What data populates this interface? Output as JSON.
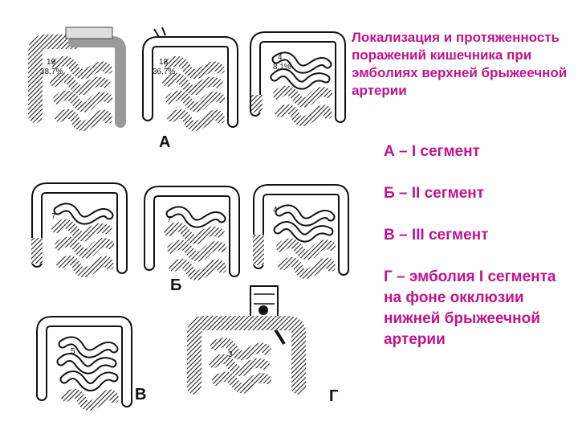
{
  "heading": "Локализация и протяженность поражений кишечника при эмболиях верхней брыжеечной артерии",
  "legend": [
    "А – I сегмент",
    "Б – II сегмент",
    "В – III сегмент",
    "Г – эмболия I сегмента на фоне окклюзии нижней брыжеечной артерии"
  ],
  "groups": {
    "a": "А",
    "b": "Б",
    "v": "В",
    "g": "Г"
  },
  "panels": {
    "a1": {
      "count": "19",
      "percent": "38,7%"
    },
    "a2": {
      "count": "18",
      "percent": "36,7%"
    },
    "a3": {
      "count": "4",
      "percent": "8,1%"
    },
    "b1": {
      "count": "7"
    },
    "b2": {
      "count": "7"
    },
    "b3": {
      "count": "4"
    },
    "v1": {
      "count": "5"
    },
    "g1": {
      "count": "3"
    }
  },
  "colors": {
    "text_accent": "#c0148c",
    "hatch": "#333333",
    "outline": "#111111"
  }
}
